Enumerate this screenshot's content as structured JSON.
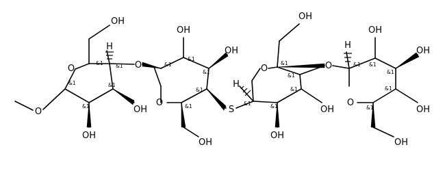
{
  "atom_labels": {
    "oh": "OH",
    "ring_oxygen": "O",
    "glycosidic_oxygen": "O",
    "sulfur": "S",
    "hydrogen": "H"
  },
  "stereo_label": "&1",
  "colors": {
    "bond": "#000000",
    "background": "#ffffff"
  }
}
